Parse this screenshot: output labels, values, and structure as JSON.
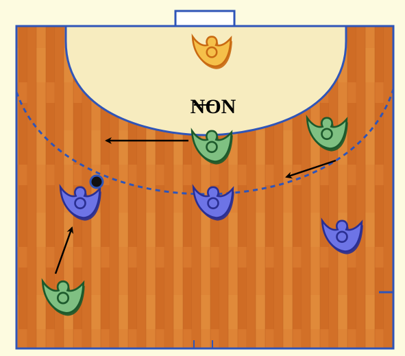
{
  "caption": "NON",
  "colors": {
    "page_background": "#fdfbe0",
    "floor": "#d8782e",
    "goal_area": "#f7ecbf",
    "court_lines": "#2f55b8",
    "attacker_fill": "#6d74e6",
    "attacker_outline": "#2a2f93",
    "defender_fill": "#7fc082",
    "defender_outline": "#1d5a2c",
    "goalkeeper_fill": "#f5c04a",
    "goalkeeper_outline": "#c96a12",
    "ball": "#111111",
    "ball_outline": "#2f55b8",
    "arrow": "#000000"
  },
  "players": [
    {
      "role": "goalkeeper",
      "team": "defense"
    },
    {
      "role": "defender-center",
      "team": "defense"
    },
    {
      "role": "defender-right",
      "team": "defense"
    },
    {
      "role": "defender-left-back",
      "team": "defense"
    },
    {
      "role": "attacker-left",
      "team": "attack",
      "has_ball": true
    },
    {
      "role": "attacker-center",
      "team": "attack"
    },
    {
      "role": "attacker-right",
      "team": "attack"
    }
  ],
  "icons": {
    "player": "player-icon",
    "ball": "ball-icon",
    "arrow": "movement-arrow"
  }
}
